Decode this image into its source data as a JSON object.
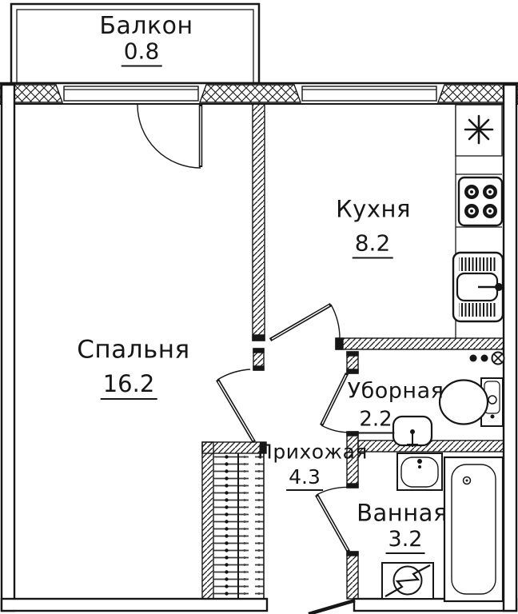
{
  "plan": {
    "rooms": {
      "balcony": {
        "name": "Балкон",
        "area": "0.8"
      },
      "bedroom": {
        "name": "Спальня",
        "area": "16.2"
      },
      "kitchen": {
        "name": "Кухня",
        "area": "8.2"
      },
      "toilet": {
        "name": "Уборная",
        "area": "2.2"
      },
      "hallway": {
        "name": "Прихожая",
        "area": "4.3"
      },
      "bathroom": {
        "name": "Ванная",
        "area": "3.2"
      }
    },
    "fixtures": [
      "vent-asterisk-icon",
      "stove-icon",
      "kitchen-sink-icon",
      "water-risers-icon",
      "toilet-icon",
      "toilet-washbasin-icon",
      "bathroom-washbasin-icon",
      "bathtub-icon",
      "washing-machine-icon",
      "wardrobe-icon"
    ],
    "colors": {
      "line": "#161616",
      "background": "#ffffff"
    }
  }
}
